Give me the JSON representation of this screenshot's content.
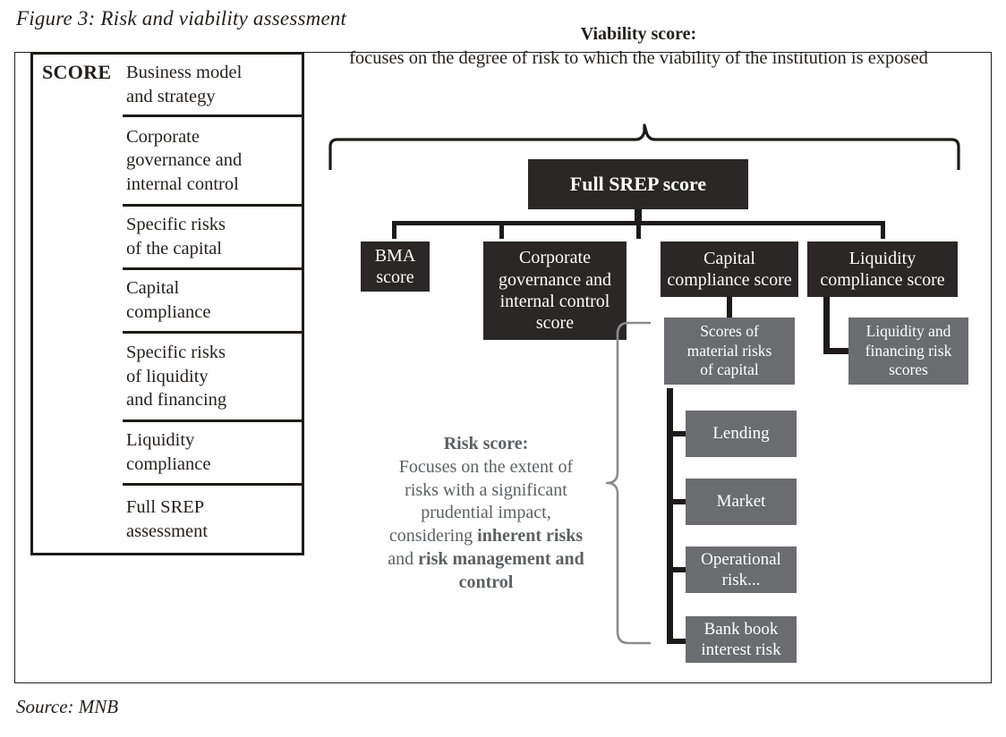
{
  "figure": {
    "title": "Figure 3: Risk and viability assessment",
    "source": "Source: MNB"
  },
  "colors": {
    "dark_box": "#2a2726",
    "gray_box": "#6a6c6f",
    "text": "#231f1e",
    "gray_text": "#5d5f62",
    "frame": "#1d1a19"
  },
  "score_table": {
    "label": "SCORE",
    "items": [
      {
        "line1": "Business model",
        "line2": "and strategy",
        "line3": ""
      },
      {
        "line1": "Corporate",
        "line2": "governance and",
        "line3": "internal control"
      },
      {
        "line1": "Specific risks",
        "line2": "of the capital",
        "line3": ""
      },
      {
        "line1": "Capital",
        "line2": "compliance",
        "line3": ""
      },
      {
        "line1": "Specific risks",
        "line2": "of liquidity",
        "line3": "and financing"
      },
      {
        "line1": "Liquidity",
        "line2": "compliance",
        "line3": ""
      },
      {
        "line1": "Full SREP",
        "line2": "assessment",
        "line3": ""
      }
    ]
  },
  "viability": {
    "title": "Viability score:",
    "description": "focuses on the degree of risk to which the viability of the institution is exposed"
  },
  "risk_score": {
    "title": "Risk score:",
    "line1": "Focuses on the extent of",
    "line2": "risks with a significant",
    "line3": "prudential impact,",
    "line4_prefix": "considering ",
    "line4_bold": "inherent risks",
    "line5_prefix": "and ",
    "line5_bold": "risk management and",
    "line6_bold": "control"
  },
  "nodes": {
    "full_srep": "Full SREP score",
    "bma": {
      "line1": "BMA",
      "line2": "score"
    },
    "corporate_governance": {
      "line1": "Corporate",
      "line2": "governance and",
      "line3": "internal control",
      "line4": "score"
    },
    "capital_compliance": {
      "line1": "Capital",
      "line2": "compliance score"
    },
    "liquidity_compliance": {
      "line1": "Liquidity",
      "line2": "compliance score"
    },
    "scores_material_risks": {
      "line1": "Scores of",
      "line2": "material risks",
      "line3": "of capital"
    },
    "liquidity_financing_risk": {
      "line1": "Liquidity and",
      "line2": "financing risk",
      "line3": "scores"
    },
    "lending": "Lending",
    "market": "Market",
    "operational": {
      "line1": "Operational",
      "line2": "risk..."
    },
    "bank_book": {
      "line1": "Bank book",
      "line2": "interest risk"
    }
  }
}
